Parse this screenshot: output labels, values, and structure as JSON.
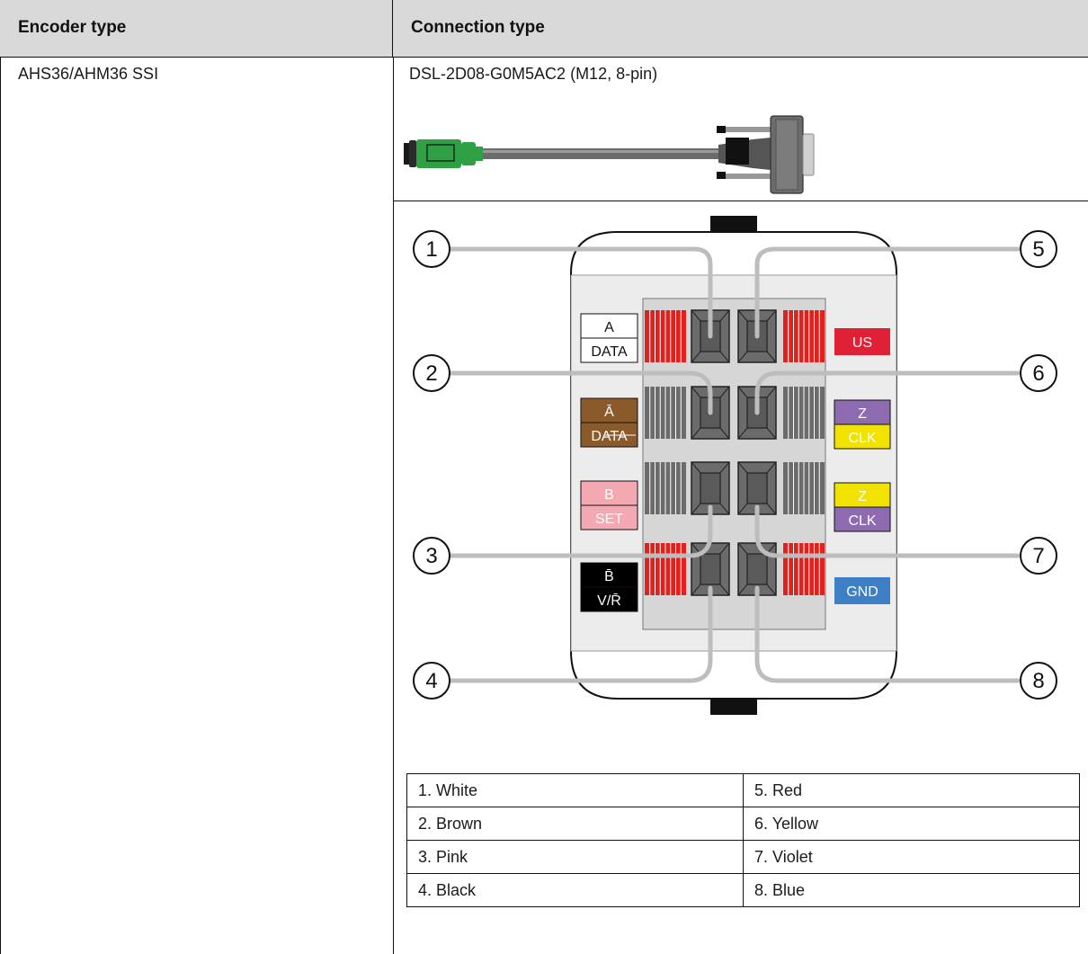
{
  "table": {
    "headers": {
      "encoder": "Encoder type",
      "connection": "Connection type"
    },
    "encoder_type": "AHS36/AHM36 SSI",
    "connection_type": "DSL-2D08-G0M5AC2 (M12, 8-pin)"
  },
  "diagram": {
    "pin_numbers": [
      "1",
      "2",
      "3",
      "4",
      "5",
      "6",
      "7",
      "8"
    ],
    "labels_left": [
      {
        "top": "A",
        "bottom": "DATA",
        "top_bg": "#ffffff",
        "bottom_bg": "#ffffff",
        "fg": "#111111"
      },
      {
        "top": "Ā",
        "bottom": "DATA",
        "top_bg": "#8b5a2b",
        "bottom_bg": "#8b5a2b",
        "fg": "#ffffff"
      },
      {
        "top": "B",
        "bottom": "SET",
        "top_bg": "#f4a9b2",
        "bottom_bg": "#f4a9b2",
        "fg": "#ffffff"
      },
      {
        "top": "B̄",
        "bottom": "V/R̄",
        "top_bg": "#000000",
        "bottom_bg": "#000000",
        "fg": "#ffffff"
      }
    ],
    "labels_right": [
      {
        "text": "US",
        "bg": "#e02035",
        "fg": "#ffffff"
      },
      {
        "top": "Z",
        "bottom": "CLK",
        "top_bg": "#8e6bb0",
        "bottom_bg": "#f2e200",
        "top_fg": "#ffffff",
        "bottom_fg": "#ffffff"
      },
      {
        "top": "Z",
        "bottom": "CLK",
        "top_bg": "#f2e200",
        "bottom_bg": "#8e6bb0",
        "top_fg": "#ffffff",
        "bottom_fg": "#ffffff"
      },
      {
        "text": "GND",
        "bg": "#3f7fc6",
        "fg": "#ffffff"
      }
    ]
  },
  "wire_colors": [
    [
      "1. White",
      "5. Red"
    ],
    [
      "2. Brown",
      "6. Yellow"
    ],
    [
      "3. Pink",
      "7. Violet"
    ],
    [
      "4. Black",
      "8. Blue"
    ]
  ],
  "colors": {
    "header_bg": "#d9d9d9",
    "cable_green": "#2ea043",
    "terminal_red": "#e0221f",
    "terminal_gray": "#6b6b6b",
    "wire_gray": "#bdbdbd"
  },
  "icons": [
    "m12-connector-cable-icon",
    "terminal-block-diagram"
  ]
}
